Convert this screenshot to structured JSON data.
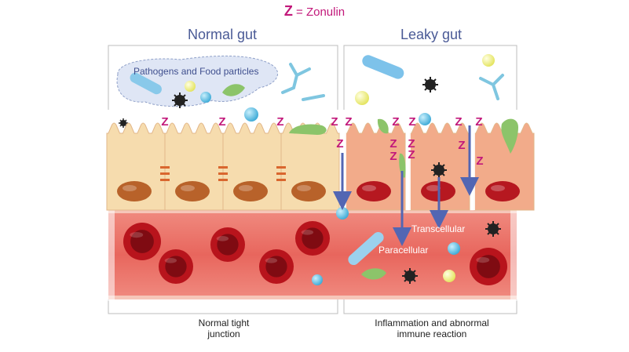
{
  "legend": {
    "symbol": "Z",
    "text": " = Zonulin"
  },
  "headers": {
    "normal": "Normal gut",
    "leaky": "Leaky gut"
  },
  "cloud_label": "Pathogens and Food particles",
  "labels": {
    "transcellular": "Transcellular",
    "paracellular": "Paracellular"
  },
  "footers": {
    "normal": [
      "Normal tight",
      "junction"
    ],
    "leaky": [
      "Inflammation and abnormal",
      "immune reaction"
    ]
  },
  "colors": {
    "zonulin": "#c2187a",
    "normal_cell": "#f6dcae",
    "leaky_cell": "#f2ab8a",
    "blood_vessel": "#e9736a",
    "red_blood_cell": "#b8141c",
    "arrow": "#5266b3",
    "header": "#4a5a96"
  },
  "icons": [
    "zonulin-marker",
    "bacteria-icon",
    "red-blood-cell-icon",
    "arrow-icon"
  ]
}
